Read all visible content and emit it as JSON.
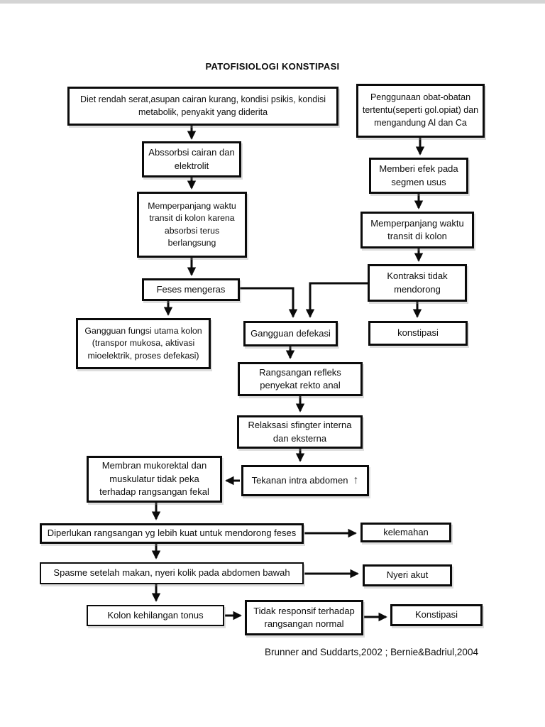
{
  "page": {
    "title": "PATOFISIOLOGI KONSTIPASI",
    "citation": "Brunner and Suddarts,2002 ; Bernie&Badriul,2004"
  },
  "nodes": {
    "diet": {
      "label": "Diet rendah serat,asupan cairan kurang, kondisi psikis, kondisi metabolik, penyakit yang diderita"
    },
    "obat": {
      "label": "Penggunaan obat-obatan tertentu(seperti gol.opiat) dan mengandung Al dan Ca"
    },
    "abssorbsi": {
      "label": "Abssorbsi cairan dan elektrolit"
    },
    "memberi_efek": {
      "label": "Memberi efek pada segmen usus"
    },
    "memperpanjang_kiri": {
      "label": "Memperpanjang waktu transit di kolon karena absorbsi terus berlangsung"
    },
    "memperpanjang_kanan": {
      "label": "Memperpanjang waktu transit di kolon"
    },
    "feses_mengeras": {
      "label": "Feses mengeras"
    },
    "kontraksi": {
      "label": "Kontraksi tidak mendorong"
    },
    "gangguan_fungsi": {
      "label": "Gangguan fungsi utama kolon (transpor mukosa, aktivasi mioelektrik, proses defekasi)"
    },
    "gangguan_defekasi": {
      "label": "Gangguan defekasi"
    },
    "konstipasi_kecil": {
      "label": "konstipasi"
    },
    "rangsangan_refleks": {
      "label": "Rangsangan refleks penyekat rekto anal"
    },
    "relaksasi": {
      "label": "Relaksasi sfingter interna dan eksterna"
    },
    "membran": {
      "label": "Membran mukorektal dan muskulatur tidak peka terhadap rangsangan fekal"
    },
    "tekanan": {
      "label": "Tekanan intra abdomen",
      "suffix": "↑"
    },
    "diperlukan": {
      "label": "Diperlukan rangsangan yg lebih kuat untuk mendorong feses"
    },
    "kelemahan": {
      "label": "kelemahan"
    },
    "spasme": {
      "label": "Spasme setelah makan, nyeri kolik pada abdomen bawah"
    },
    "nyeri_akut": {
      "label": "Nyeri akut"
    },
    "kolon_tonus": {
      "label": "Kolon kehilangan tonus"
    },
    "tidak_responsif": {
      "label": "Tidak responsif terhadap rangsangan normal"
    },
    "konstipasi_akhir": {
      "label": "Konstipasi"
    }
  }
}
